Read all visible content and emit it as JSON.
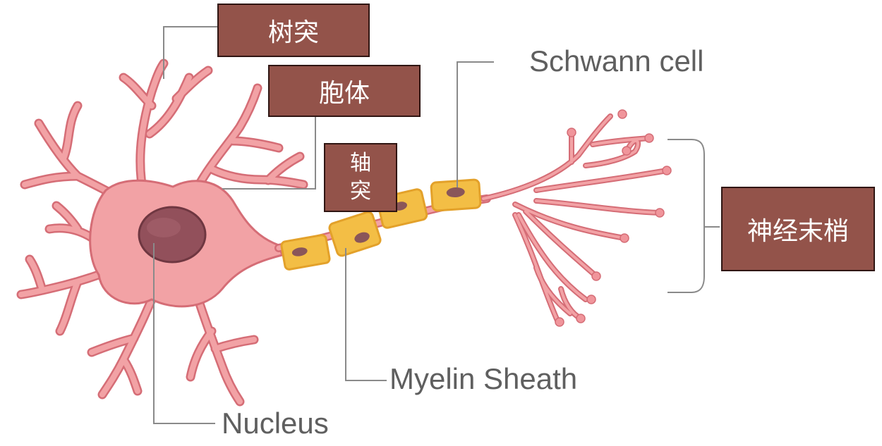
{
  "labels": {
    "dendrite": "树突",
    "soma": "胞体",
    "axon": "轴\n突",
    "nerve_terminal": "神经末梢",
    "schwann_cell": "Schwann cell",
    "myelin_sheath": "Myelin Sheath",
    "nucleus": "Nucleus"
  },
  "colors": {
    "neuron_body": "#f2a2a5",
    "neuron_outline": "#d56d76",
    "nucleus": "#92505b",
    "myelin": "#f3be45",
    "myelin_outline": "#e3a12a",
    "label_box": "#93534a",
    "leader_line": "#8a8a8a",
    "english_text": "#5f5f5f"
  },
  "icons": [
    "neuron-illustration"
  ]
}
